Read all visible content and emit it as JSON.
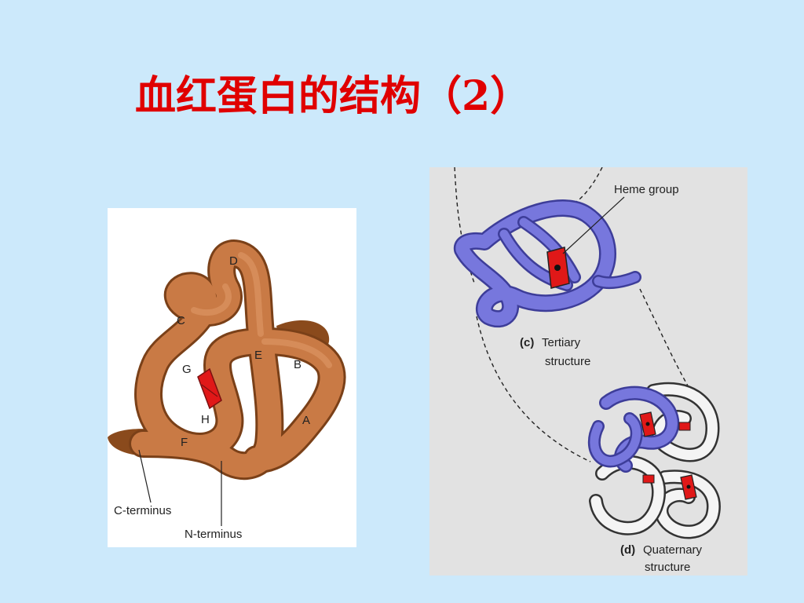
{
  "slide": {
    "title": "血红蛋白的结构（2）"
  },
  "left_figure": {
    "helix_labels": [
      "A",
      "B",
      "C",
      "D",
      "E",
      "F",
      "G",
      "H"
    ],
    "c_terminus": "C-terminus",
    "n_terminus": "N-terminus",
    "colors": {
      "chain": "#c97a45",
      "shadow": "#8a4a1c",
      "heme": "#e01818"
    }
  },
  "right_figure": {
    "heme_label": "Heme group",
    "tertiary_prefix": "(c)",
    "tertiary_line1": "Tertiary",
    "tertiary_line2": "structure",
    "quaternary_prefix": "(d)",
    "quaternary_line1": "Quaternary",
    "quaternary_line2": "structure",
    "colors": {
      "subunit": "#7777dd",
      "white_subunit": "#f4f4f4",
      "heme": "#e01818"
    }
  }
}
